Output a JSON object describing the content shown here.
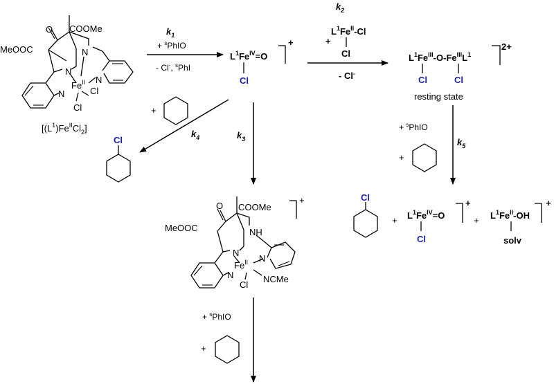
{
  "complex_label": "[(L",
  "complex_label_parts": [
    "[(L",
    "1",
    ")Fe",
    "II",
    "Cl",
    "2",
    "]"
  ],
  "k1": {
    "k": "k",
    "sub": "1"
  },
  "k2": {
    "k": "k",
    "sub": "2"
  },
  "k3": {
    "k": "k",
    "sub": "3"
  },
  "k4": {
    "k": "k",
    "sub": "4"
  },
  "k5": {
    "k": "k",
    "sub": "5"
  },
  "step1_reagent": {
    "plus": "+ ",
    "sup": "s",
    "name": "PhIO"
  },
  "step1_byproduct": {
    "text": "- Cl",
    "sup1": "-",
    "sep": ", ",
    "sup2": "s",
    "name": "PhI"
  },
  "step2_reagent": {
    "plus": "+",
    "L": "L",
    "Lsup": "1",
    "Fe": "Fe",
    "ox": "II",
    "Cl": "-Cl",
    "Cl2": "Cl"
  },
  "step2_byproduct": {
    "text": "- Cl",
    "sup": "-"
  },
  "fe4_oxo": {
    "L": "L",
    "Lsup": "1",
    "Fe": "Fe",
    "ox": "IV",
    "oxo": "=O",
    "charge": "+",
    "Cl": "Cl"
  },
  "dimer": {
    "L": "L",
    "Lsup": "1",
    "Fe1": "Fe",
    "ox1": "III",
    "O": "-O-",
    "Fe2": "Fe",
    "ox2": "III",
    "L2": "L",
    "L2sup": "1",
    "charge": "2+",
    "Cl1": "Cl",
    "Cl2": "Cl"
  },
  "resting_state": "resting state",
  "plus": "+",
  "reagent_phio": {
    "plus": "+ ",
    "sup": "s",
    "name": "PhIO"
  },
  "chlorocyclohexane_Cl": "Cl",
  "product_fe4": {
    "L": "L",
    "Lsup": "1",
    "Fe": "Fe",
    "ox": "IV",
    "oxo": "=O",
    "charge": "+",
    "Cl": "Cl"
  },
  "product_fe2oh": {
    "L": "L",
    "Lsup": "1",
    "Fe": "Fe",
    "ox": "II",
    "OH": "-OH",
    "charge": "+",
    "solv": "solv"
  },
  "ligand_atoms": {
    "O": "O",
    "ester": "COOMe",
    "ester_left": "MeOOC",
    "N": "N",
    "Fe": "Fe",
    "FeOx": "II",
    "Cl": "Cl",
    "NH": "NH",
    "NCMe": "NCMe",
    "charge": "+"
  }
}
